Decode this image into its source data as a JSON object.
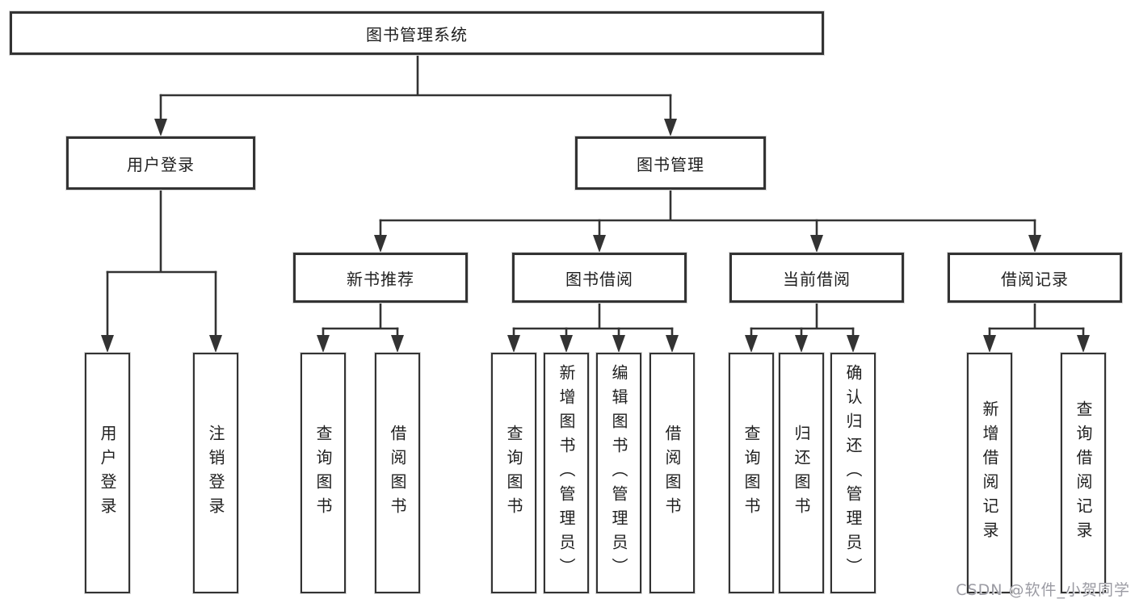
{
  "diagram": {
    "root": "图书管理系统",
    "branches": [
      {
        "label": "用户登录",
        "leaves": [
          "用户登录",
          "注销登录"
        ]
      },
      {
        "label": "图书管理",
        "groups": [
          {
            "label": "新书推荐",
            "leaves": [
              "查询图书",
              "借阅图书"
            ]
          },
          {
            "label": "图书借阅",
            "leaves": [
              "查询图书",
              "新增图书（管理员）",
              "编辑图书（管理员）",
              "借阅图书"
            ]
          },
          {
            "label": "当前借阅",
            "leaves": [
              "查询图书",
              "归还图书",
              "确认归还（管理员）"
            ]
          },
          {
            "label": "借阅记录",
            "leaves": [
              "新增借阅记录",
              "查询借阅记录"
            ]
          }
        ]
      }
    ]
  },
  "watermark": "CSDN @软件_小贺同学",
  "colors": {
    "line": "#333333",
    "box_border": "#333333",
    "text": "#1f1f1f",
    "watermark": "#9b9ba3",
    "background": "#ffffff"
  }
}
